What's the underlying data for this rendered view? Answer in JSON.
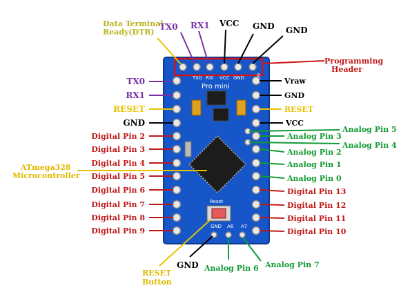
{
  "colors": {
    "board": "#1756c9",
    "board_edge": "#0d3a8f",
    "purple": "#7b2fa6",
    "yellow": "#e8c400",
    "red": "#c01818",
    "green": "#129a33",
    "black": "#000000",
    "header_box": "#d01515",
    "chip": "#1c1c1c",
    "cap": "#e0a020"
  },
  "top_labels": {
    "dtr": [
      "Data Terminal",
      "Ready(DTR)"
    ],
    "tx0": "TX0",
    "rx1": "RX1",
    "vcc": "VCC",
    "gnd1": "GND",
    "gnd2": "GND",
    "programming_header": [
      "Programming",
      "Header"
    ]
  },
  "left_labels": [
    "TX0",
    "RX1",
    "RESET",
    "GND",
    "Digital Pin 2",
    "Digital Pin 3",
    "Digital Pin 4",
    "Digital Pin 5",
    "Digital Pin 6",
    "Digital Pin 7",
    "Digital Pin 8",
    "Digital Pin 9"
  ],
  "right_labels": [
    "Vraw",
    "GND",
    "RESET",
    "VCC",
    "Analog Pin 3",
    "Analog Pin 2",
    "Analog Pin 1",
    "Analog Pin 0",
    "Digital Pin 13",
    "Digital Pin 12",
    "Digital Pin 11",
    "Digital Pin  10"
  ],
  "far_right_labels": {
    "a5": "Analog Pin 5",
    "a4": "Analog Pin 4"
  },
  "microcontroller_label": [
    "ATmega328",
    "Microcontroller"
  ],
  "bottom_labels": {
    "reset_button": [
      "RESET",
      "Button"
    ],
    "gnd": "GND",
    "a6": "Analog Pin 6",
    "a7": "Analog Pin 7"
  },
  "silkscreen": {
    "title": "Pro mini",
    "header_pins": [
      "TX0",
      "RXI",
      "VCC",
      "GND",
      "GND"
    ],
    "reset": "Reset",
    "bottom": [
      "GND",
      "A6",
      "A7"
    ]
  }
}
